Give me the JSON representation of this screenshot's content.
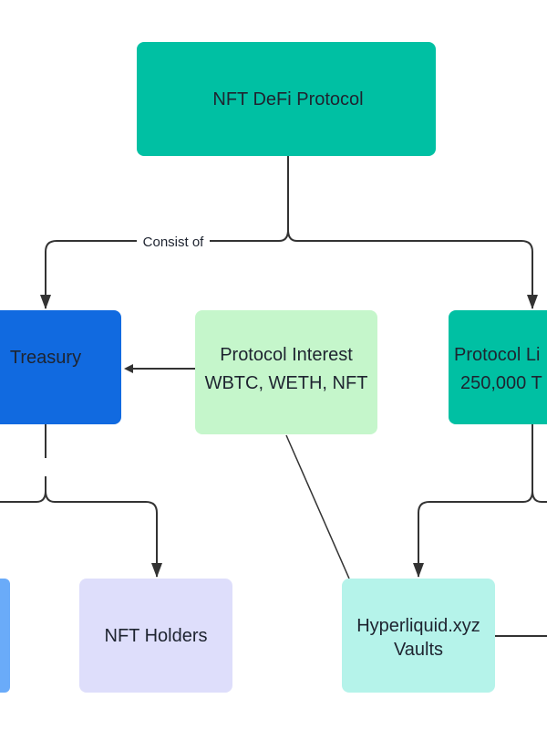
{
  "colors": {
    "protocol": "#00c0a3",
    "treasury": "#116ae0",
    "interest": "#c5f6cb",
    "liquidity": "#00c0a3",
    "left_partial": "#6aabf9",
    "nft_holders": "#dedefb",
    "vaults": "#b5f3ea",
    "edge": "#333333"
  },
  "nodes": {
    "protocol": {
      "label": "NFT DeFi Protocol"
    },
    "treasury": {
      "label": "Treasury"
    },
    "interest": {
      "line1": "Protocol Interest",
      "line2": "WBTC, WETH, NFT"
    },
    "liquidity": {
      "line1": "Protocol Li",
      "line2": "250,000 T"
    },
    "nft_holders": {
      "label": "NFT Holders"
    },
    "vaults": {
      "line1": "Hyperliquid.xyz",
      "line2": "Vaults"
    }
  },
  "edges": {
    "consist_of": "Consist of"
  }
}
